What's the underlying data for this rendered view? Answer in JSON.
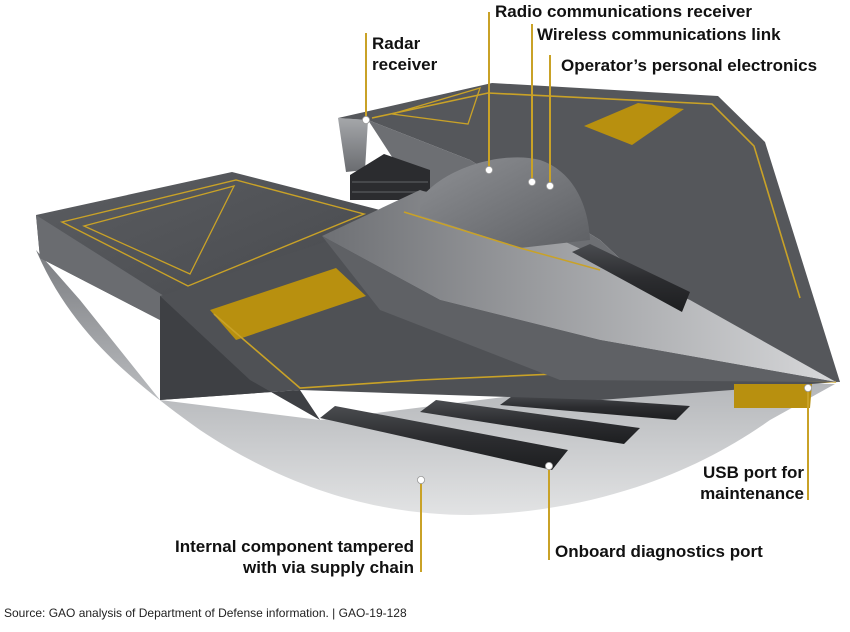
{
  "colors": {
    "leader": "#C9A227",
    "accent_gold": "#B8900F",
    "body_dark": "#4e5054",
    "body_mid": "#7c7e82",
    "body_light": "#c9cbcd"
  },
  "labels": {
    "radar": [
      "Radar",
      "receiver"
    ],
    "radio": "Radio communications receiver",
    "wireless": "Wireless communications link",
    "operator": "Operator’s personal electronics",
    "usb": [
      "USB port for",
      "maintenance"
    ],
    "internal": [
      "Internal component tampered",
      "with via supply chain"
    ],
    "obd": "Onboard diagnostics port"
  },
  "footer": {
    "source": "Source: GAO analysis of Department of Defense information.  |  GAO-19-128"
  }
}
